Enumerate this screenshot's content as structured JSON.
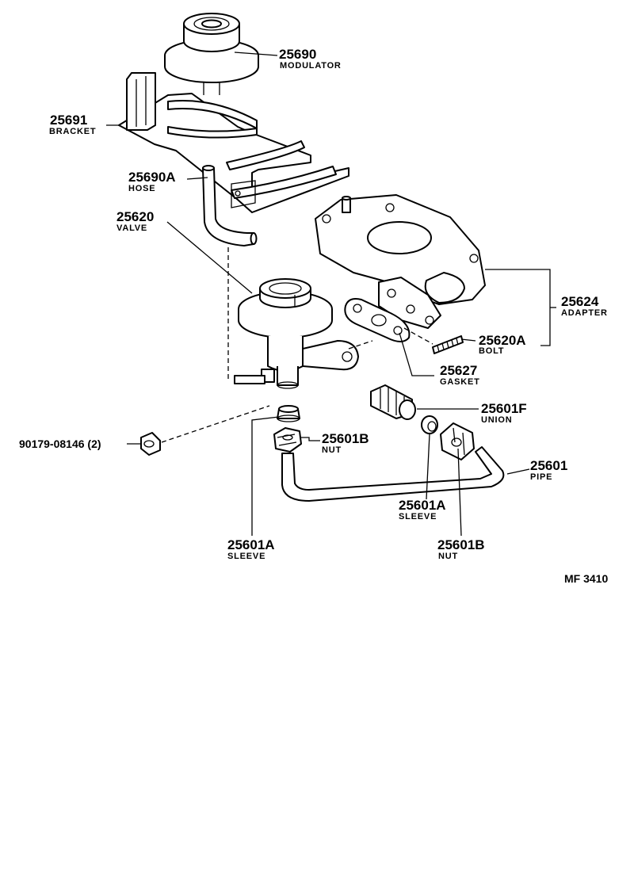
{
  "diagram_code": "MF 3410",
  "parts": {
    "modulator": {
      "number": "25690",
      "name": "MODULATOR"
    },
    "bracket": {
      "number": "25691",
      "name": "BRACKET"
    },
    "hose": {
      "number": "25690A",
      "name": "HOSE"
    },
    "valve": {
      "number": "25620",
      "name": "VALVE"
    },
    "adapter": {
      "number": "25624",
      "name": "ADAPTER"
    },
    "bolt": {
      "number": "25620A",
      "name": "BOLT"
    },
    "gasket": {
      "number": "25627",
      "name": "GASKET"
    },
    "union": {
      "number": "25601F",
      "name": "UNION"
    },
    "nut_left": {
      "number": "25601B",
      "name": "NUT"
    },
    "pipe": {
      "number": "25601",
      "name": "PIPE"
    },
    "sleeve_right": {
      "number": "25601A",
      "name": "SLEEVE"
    },
    "sleeve_left": {
      "number": "25601A",
      "name": "SLEEVE"
    },
    "nut_right": {
      "number": "25601B",
      "name": "NUT"
    },
    "clip_nut": {
      "number": "90179-08146 (2)"
    }
  }
}
